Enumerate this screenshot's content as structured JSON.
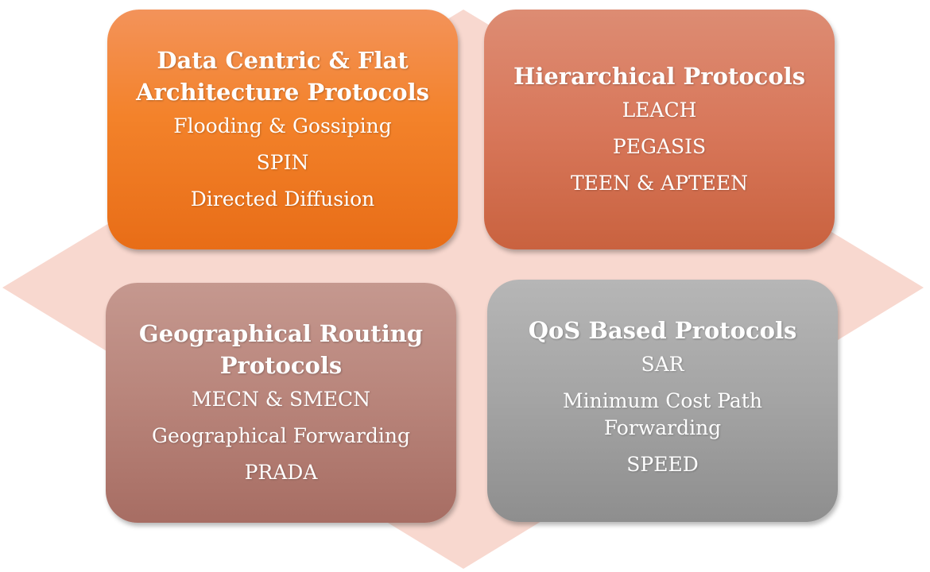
{
  "diagram": {
    "background_shape_color": "#f8d8cf",
    "boxes": [
      {
        "title": "Data Centric & Flat Architecture Protocols",
        "items": [
          "Flooding & Gossiping",
          "SPIN",
          "Directed Diffusion"
        ],
        "color": "#f3822a"
      },
      {
        "title": "Hierarchical Protocols",
        "items": [
          "LEACH",
          "PEGASIS",
          "TEEN & APTEEN"
        ],
        "color": "#d8775a"
      },
      {
        "title": "Geographical Routing Protocols",
        "items": [
          "MECN & SMECN",
          "Geographical Forwarding",
          "PRADA"
        ],
        "color": "#b8847a"
      },
      {
        "title": "QoS Based Protocols",
        "items": [
          "SAR",
          "Minimum Cost Path Forwarding",
          "SPEED"
        ],
        "color": "#a4a4a4"
      }
    ]
  }
}
